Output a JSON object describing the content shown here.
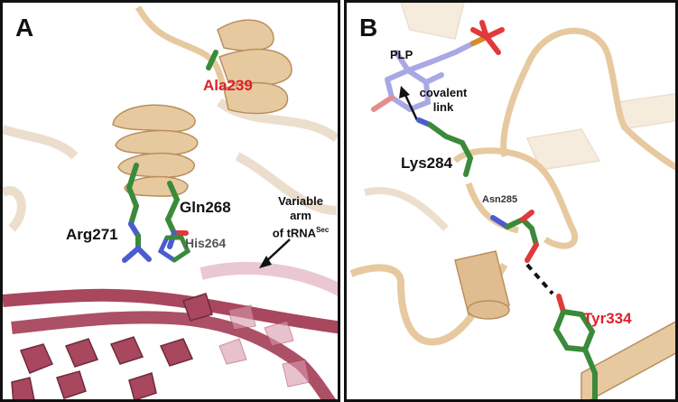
{
  "panel_a": {
    "letter": "A",
    "labels": {
      "ala": "Ala239",
      "gln": "Gln268",
      "arg": "Arg271",
      "his": "His264",
      "variable_line1": "Variable",
      "variable_line2": "arm",
      "variable_line3": "of tRNA",
      "variable_sup": "Sec"
    }
  },
  "panel_b": {
    "letter": "B",
    "labels": {
      "plp": "PLP",
      "covalent_line1": "covalent",
      "covalent_line2": "link",
      "lys": "Lys284",
      "asn": "Asn285",
      "tyr": "Tyr334"
    }
  },
  "colors": {
    "protein": "#e7c9a0",
    "protein_dark": "#c9a271",
    "carbon": "#3a8a3a",
    "nitrogen": "#4b5bd0",
    "oxygen": "#e03a3a",
    "rna": "#a8475e",
    "plp_carbon": "#9a9ae0",
    "label_red": "#e0202a"
  }
}
